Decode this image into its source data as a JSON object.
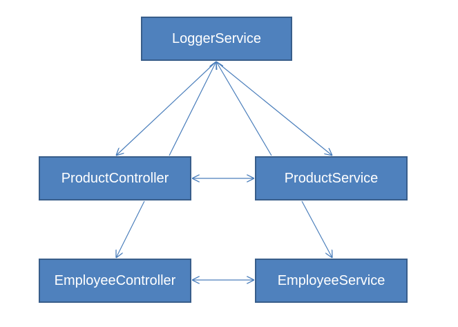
{
  "nodes": {
    "logger_service": "LoggerService",
    "product_controller": "ProductController",
    "product_service": "ProductService",
    "employee_controller": "EmployeeController",
    "employee_service": "EmployeeService"
  },
  "colors": {
    "node_fill": "#4f81bd",
    "node_border": "#385d8a",
    "node_text": "#ffffff",
    "connector": "#4a7ebb"
  },
  "edges": [
    {
      "from": "ProductController",
      "to": "LoggerService",
      "arrowheads": "both"
    },
    {
      "from": "ProductService",
      "to": "LoggerService",
      "arrowheads": "both"
    },
    {
      "from": "ProductController",
      "to": "ProductService",
      "arrowheads": "both"
    },
    {
      "from": "ProductController",
      "to": "EmployeeController",
      "arrowheads": "end"
    },
    {
      "from": "ProductService",
      "to": "EmployeeService",
      "arrowheads": "end"
    },
    {
      "from": "EmployeeController",
      "to": "EmployeeService",
      "arrowheads": "both"
    }
  ]
}
